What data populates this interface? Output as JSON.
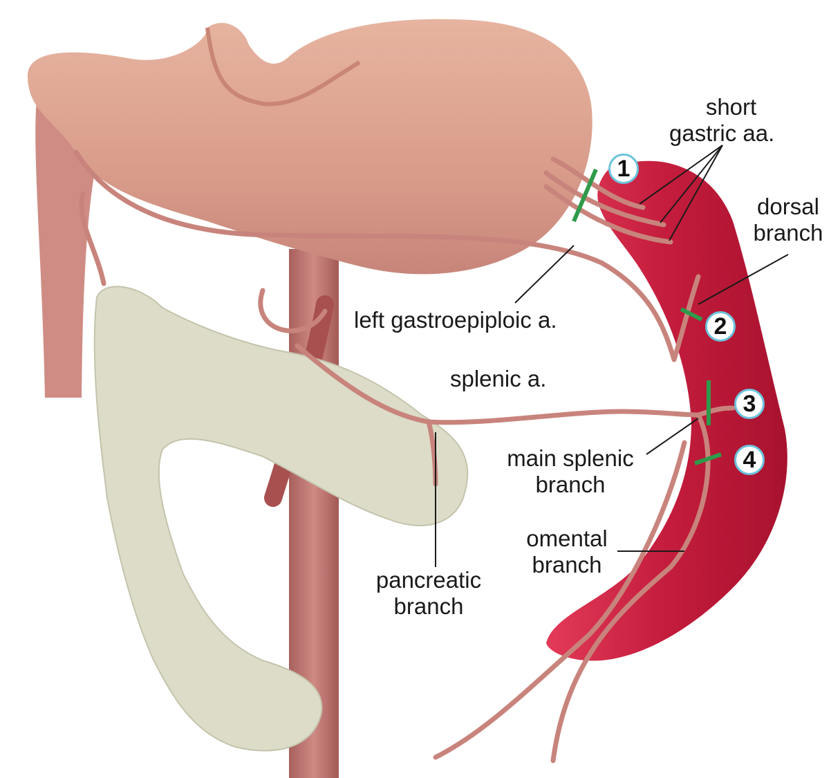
{
  "labels": {
    "short_gastric": [
      "short",
      "gastric aa."
    ],
    "dorsal_branch": [
      "dorsal",
      "branch"
    ],
    "left_gastroepiploic": "left gastroepiploic a.",
    "splenic": "splenic a.",
    "main_splenic_branch": [
      "main splenic",
      "branch"
    ],
    "omental_branch": [
      "omental",
      "branch"
    ],
    "pancreatic_branch": [
      "pancreatic",
      "branch"
    ]
  },
  "markers": [
    "1",
    "2",
    "3",
    "4"
  ],
  "colors": {
    "stomach": "#d9a08a",
    "spleen": "#c8203f",
    "vessel": "#c8847c",
    "aorta": "#b86a67",
    "pancreas": "#dcdcc8",
    "ligature": "#2e9a4a",
    "marker_ring": "#6cc3dc"
  }
}
